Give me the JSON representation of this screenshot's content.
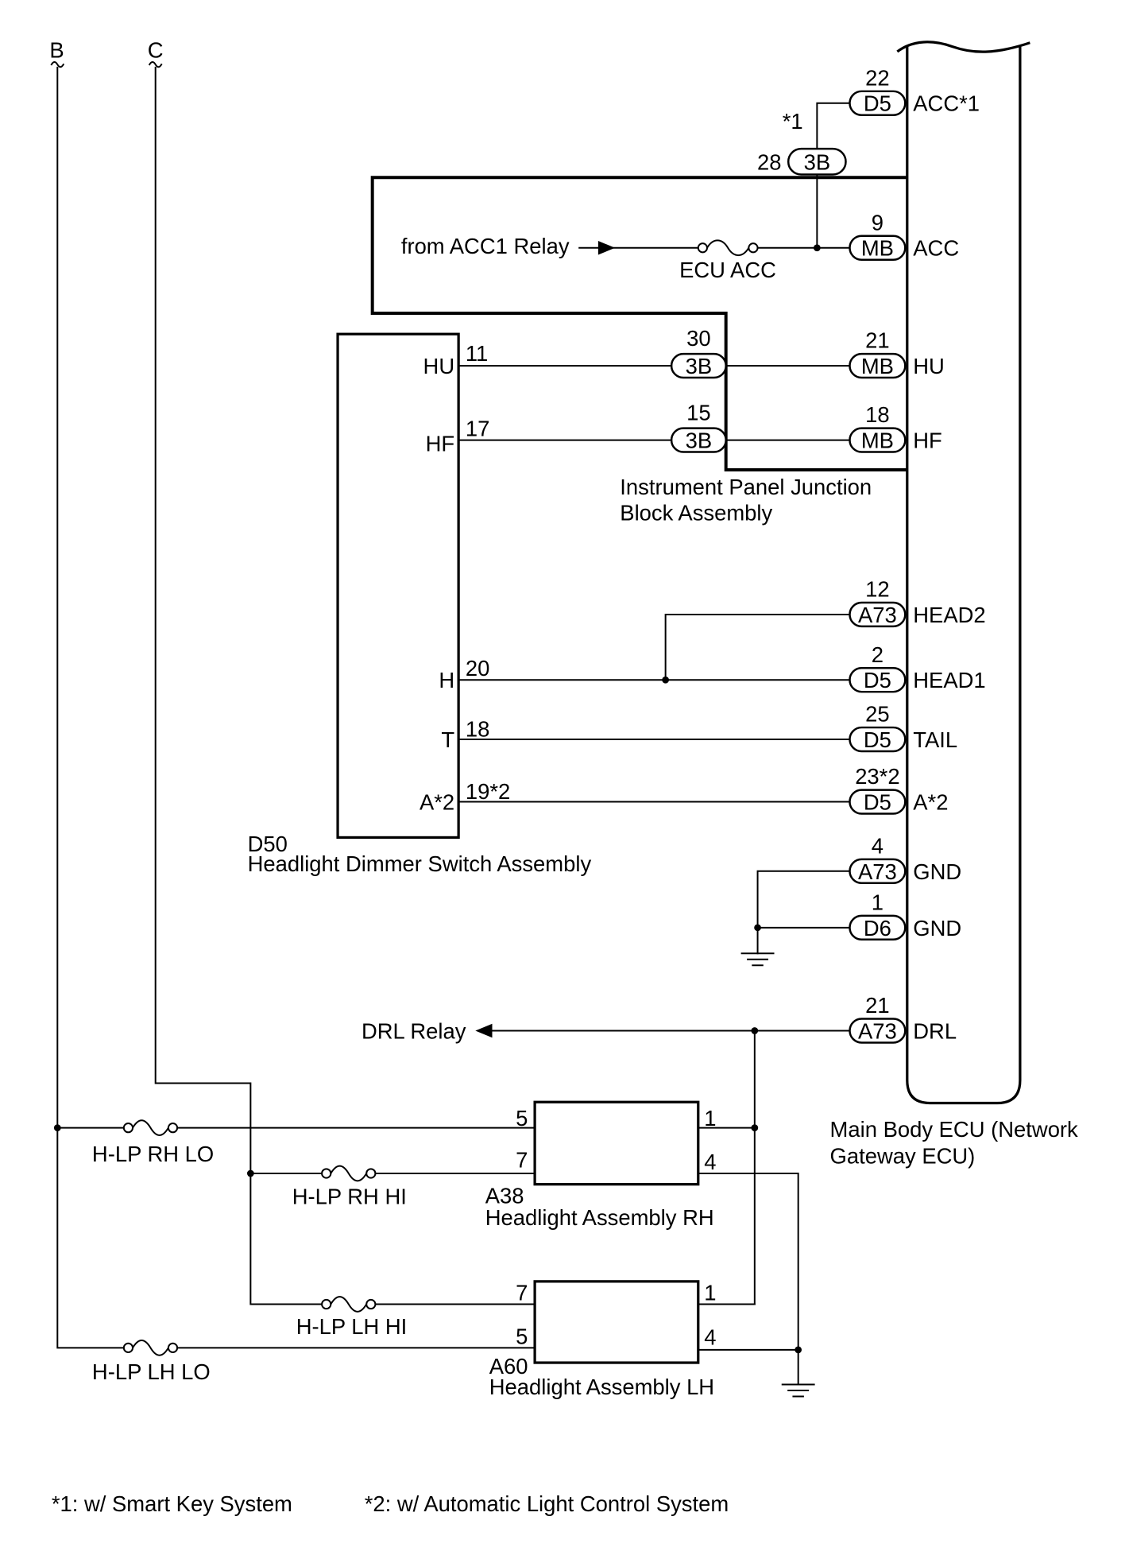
{
  "branches": {
    "b": "B",
    "c": "C"
  },
  "ecu": {
    "title": {
      "line1": "Main Body ECU (Network",
      "line2": "Gateway ECU)"
    },
    "pins": {
      "acc1": {
        "pin": "22",
        "connector": "D5",
        "terminal": "ACC*1"
      },
      "acc": {
        "pin": "9",
        "connector": "MB",
        "terminal": "ACC"
      },
      "hu": {
        "pin": "21",
        "connector": "MB",
        "terminal": "HU"
      },
      "hf": {
        "pin": "18",
        "connector": "MB",
        "terminal": "HF"
      },
      "head2": {
        "pin": "12",
        "connector": "A73",
        "terminal": "HEAD2"
      },
      "head1": {
        "pin": "2",
        "connector": "D5",
        "terminal": "HEAD1"
      },
      "tail": {
        "pin": "25",
        "connector": "D5",
        "terminal": "TAIL"
      },
      "auto": {
        "pin": "23*2",
        "connector": "D5",
        "terminal": "A*2"
      },
      "gnd1": {
        "pin": "4",
        "connector": "A73",
        "terminal": "GND"
      },
      "gnd2": {
        "pin": "1",
        "connector": "D6",
        "terminal": "GND"
      },
      "drl": {
        "pin": "21",
        "connector": "A73",
        "terminal": "DRL"
      }
    }
  },
  "junction_block": {
    "title": {
      "line1": "Instrument Panel Junction",
      "line2": "Block Assembly"
    },
    "connectors": {
      "acc1": {
        "pin": "28",
        "connector": "3B",
        "note": "*1"
      },
      "hu": {
        "pin": "30",
        "connector": "3B"
      },
      "hf": {
        "pin": "15",
        "connector": "3B"
      }
    }
  },
  "acc_source": {
    "label": "from ACC1 Relay"
  },
  "dimmer_switch": {
    "code": "D50",
    "name": "Headlight Dimmer Switch Assembly",
    "pins": {
      "hu": {
        "terminal": "HU",
        "pin": "11"
      },
      "hf": {
        "terminal": "HF",
        "pin": "17"
      },
      "h": {
        "terminal": "H",
        "pin": "20"
      },
      "t": {
        "terminal": "T",
        "pin": "18"
      },
      "auto": {
        "terminal": "A*2",
        "pin": "19*2"
      }
    }
  },
  "drl_relay": {
    "label": "DRL Relay"
  },
  "headlight_rh": {
    "code": "A38",
    "name": "Headlight Assembly RH",
    "pins": {
      "lo": "5",
      "hi": "7",
      "drl": "1",
      "gnd": "4"
    }
  },
  "headlight_lh": {
    "code": "A60",
    "name": "Headlight Assembly LH",
    "pins": {
      "hi": "7",
      "lo": "5",
      "drl": "1",
      "gnd": "4"
    }
  },
  "fuses": {
    "ecu_acc": "ECU ACC",
    "rh_lo": "H-LP RH LO",
    "rh_hi": "H-LP RH HI",
    "lh_hi": "H-LP LH HI",
    "lh_lo": "H-LP LH LO"
  },
  "footnotes": {
    "note1": "*1: w/ Smart Key System",
    "note2": "*2: w/ Automatic Light Control System"
  }
}
